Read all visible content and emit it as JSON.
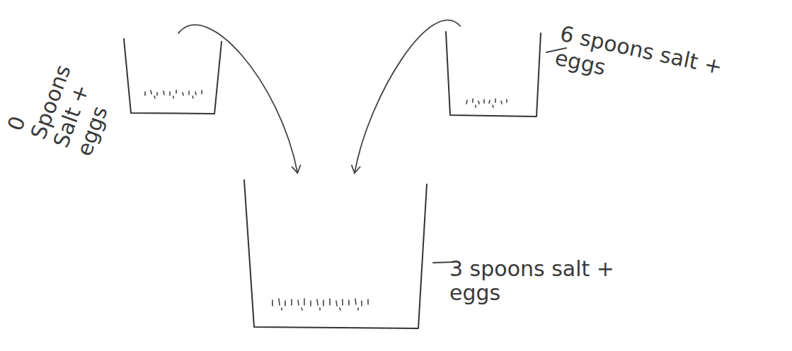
{
  "diagram": {
    "nodes": [
      {
        "text": [
          "0 Spoons Salt + eggs"
        ]
      },
      {
        "text": [
          "6 spoons salt + eggs"
        ]
      },
      {
        "text": [
          "3 spoons salt + eggs"
        ]
      }
    ],
    "edges": [
      {
        "from": 0,
        "to": 2,
        "arrow": "to"
      },
      {
        "from": 1,
        "to": 2,
        "arrow": "to"
      }
    ]
  }
}
